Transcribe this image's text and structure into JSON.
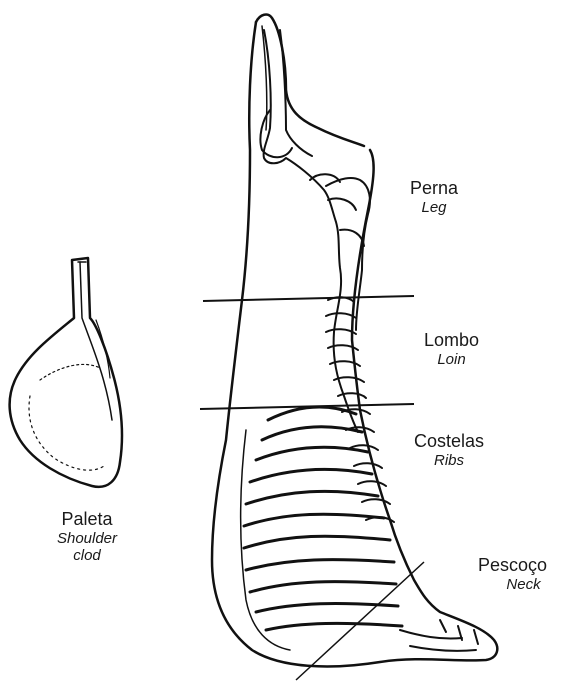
{
  "labels": {
    "perna": {
      "pt": "Perna",
      "en": "Leg"
    },
    "lombo": {
      "pt": "Lombo",
      "en": "Loin"
    },
    "costelas": {
      "pt": "Costelas",
      "en": "Ribs"
    },
    "pescoco": {
      "pt": "Pescoço",
      "en": "Neck"
    },
    "paleta": {
      "pt": "Paleta",
      "en_line1": "Shoulder",
      "en_line2": "clod"
    }
  },
  "colors": {
    "ink": "#111111",
    "background": "#ffffff"
  }
}
